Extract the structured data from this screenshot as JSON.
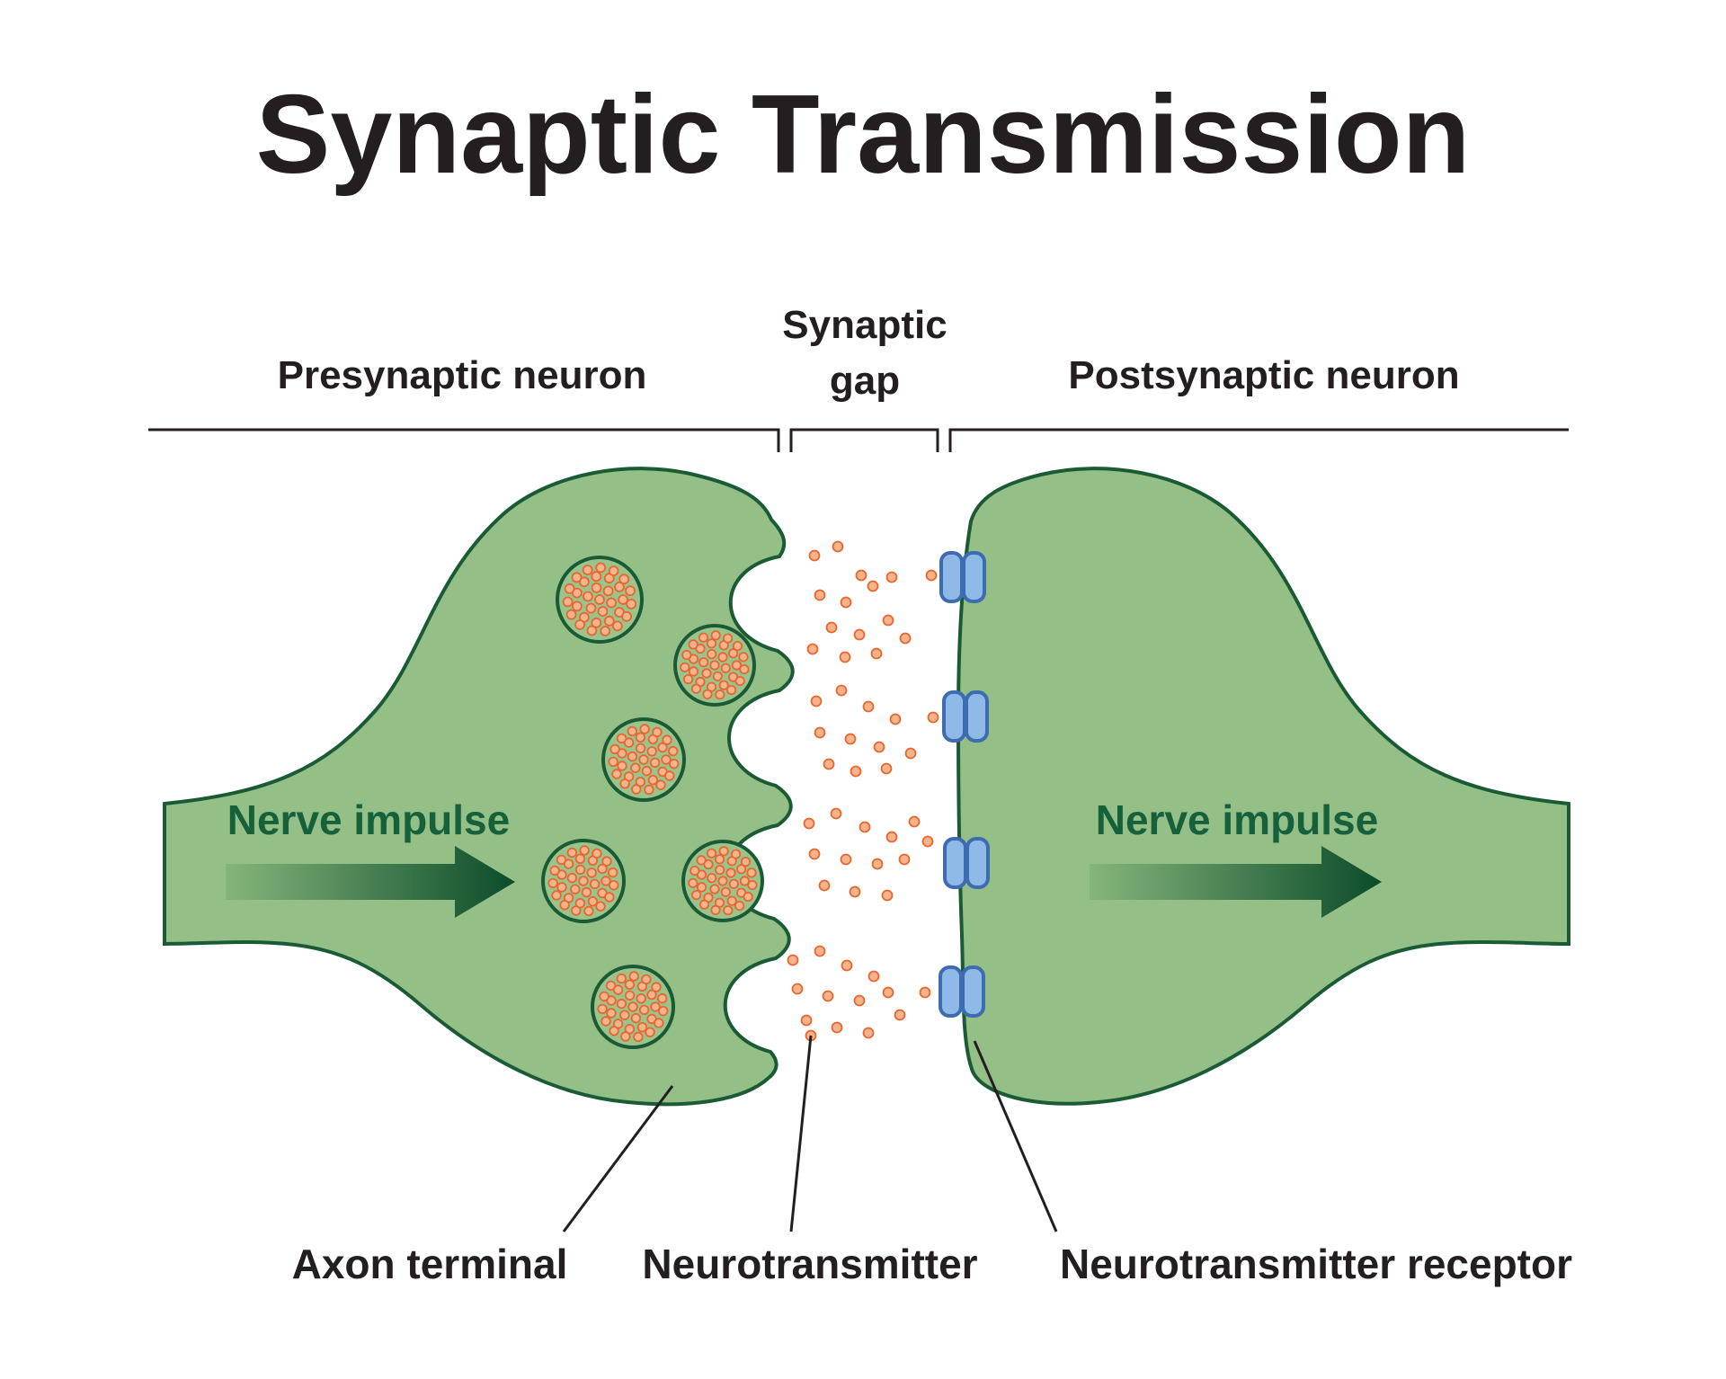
{
  "title": "Synaptic Transmission",
  "sections": {
    "presynaptic": "Presynaptic neuron",
    "synaptic_gap_line1": "Synaptic",
    "synaptic_gap_line2": "gap",
    "postsynaptic": "Postsynaptic neuron"
  },
  "annotations": {
    "nerve_impulse_left": "Nerve impulse",
    "nerve_impulse_right": "Nerve impulse",
    "axon_terminal": "Axon terminal",
    "neurotransmitter": "Neurotransmitter",
    "neurotransmitter_receptor": "Neurotransmitter receptor"
  },
  "colors": {
    "background": "#ffffff",
    "neuron_fill": "#94bf86",
    "neuron_stroke": "#1a5b36",
    "vesicle_fill": "#9ac48c",
    "vesicle_stroke": "#1a5b36",
    "neurotransmitter_fill": "#f8b28c",
    "neurotransmitter_stroke": "#e4682f",
    "receptor_fill": "#8fb9e6",
    "receptor_stroke": "#3e6cb0",
    "impulse_text": "#16613b",
    "arrow_gradient_start": "#86b57b",
    "arrow_gradient_end": "#0b4c2a",
    "label_text": "#231f20",
    "line": "#231f20"
  }
}
